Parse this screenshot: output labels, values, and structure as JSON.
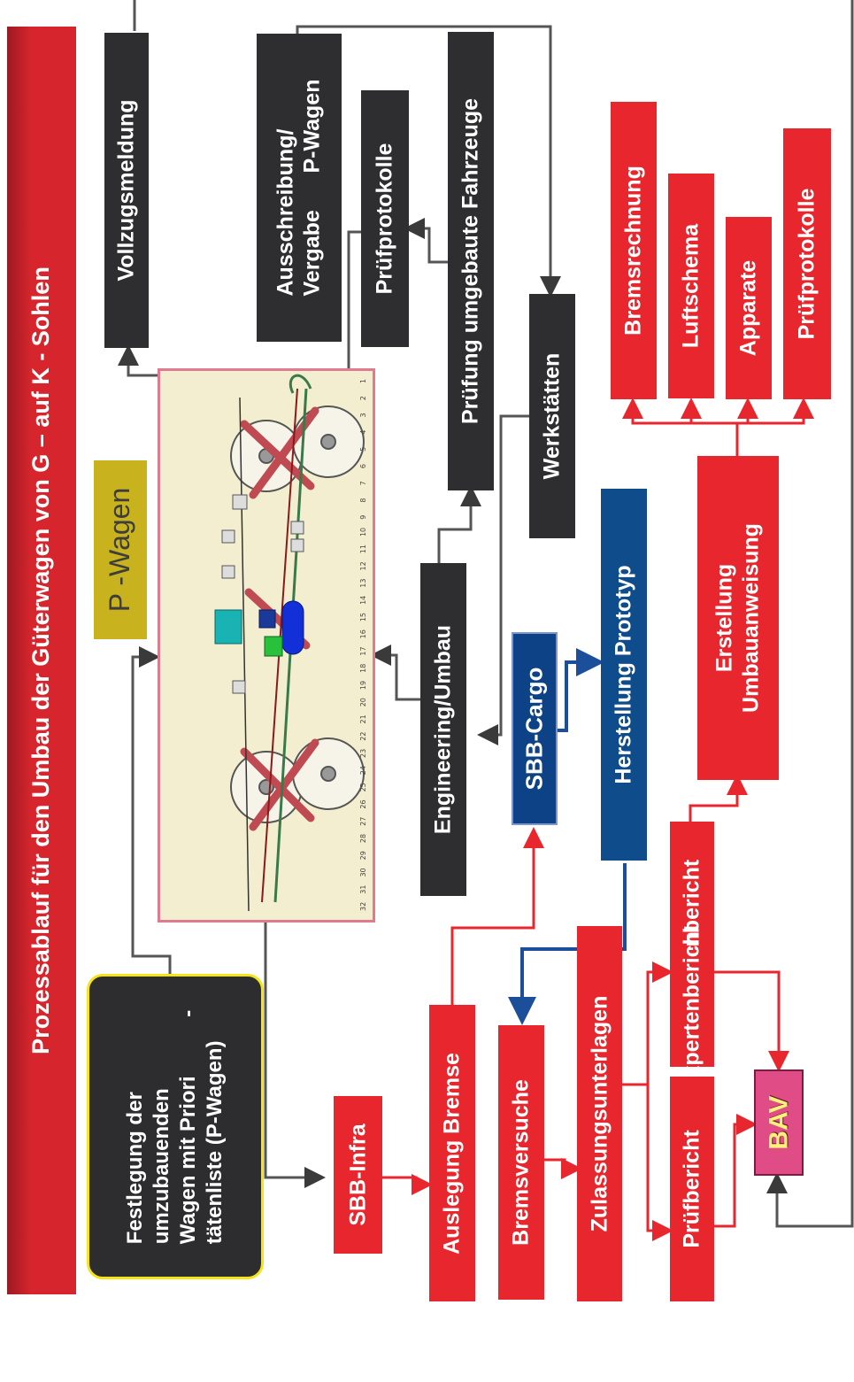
{
  "title": "Prozessablauf für den Umbau der Güterwagen von G – auf K - Sohlen",
  "scroll_note": "Festlegung der\numzubauenden\nWagen mit Priori          -\ntätenliste (P-Wagen)",
  "p_wagen_label": "P -Wagen",
  "boxes": {
    "vollzugsmeldung": "Vollzugsmeldung",
    "ausschreibung": "Ausschreibung/\nVergabe      P-Wagen",
    "pruefprotokolle_top": "Prüfprotokolle",
    "pruefung_fahrzeuge": "Prüfung umgebaute Fahrzeuge",
    "werkstaetten": "Werkstätten",
    "engineering": "Engineering/Umbau",
    "sbb_cargo": "SBB-Cargo",
    "herstellung_prototyp": "Herstellung Prototyp",
    "bremsrechnung": "Bremsrechnung",
    "luftschema": "Luftschema",
    "apparate": "Apparate",
    "pruefprotokolle_right": "Prüfprotokolle",
    "erstellung": "Erstellung\nUmbauanweisung",
    "expertenbericht_top": "Expertenbericht",
    "sbb_infra": "SBB-Infra",
    "auslegung_bremse": "Auslegung Bremse",
    "bremsversuche": "Bremsversuche",
    "zulassungsunterlagen": "Zulassungsunterlagen",
    "expertenbericht_bottom": "Expertenbericht",
    "bav": "BAV",
    "pruefbericht": "Prüfbericht"
  },
  "drawing_numbers": [
    "32",
    "31",
    "30",
    "29",
    "28",
    "27",
    "26",
    "25",
    "24",
    "23",
    "22",
    "21",
    "20",
    "19",
    "18",
    "17",
    "16",
    "15",
    "14",
    "13",
    "12",
    "11",
    "10",
    "9",
    "8",
    "7",
    "6",
    "5",
    "4",
    "3",
    "2",
    "1"
  ],
  "colors": {
    "red": "#e8262d",
    "dark": "#2e2e30",
    "blue": "#0e4c8c",
    "pink": "#e04d86",
    "olive": "#c8b21d",
    "scroll_border": "#f4e418"
  }
}
